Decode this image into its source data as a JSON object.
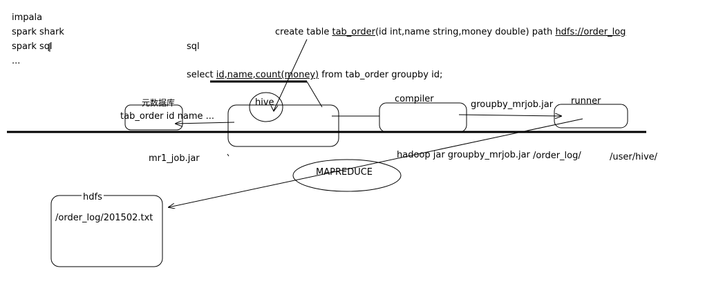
{
  "left_list": {
    "items": [
      "impala",
      "spark shark",
      "spark sql",
      "..."
    ]
  },
  "sql_label": "sql",
  "create_stmt": {
    "prefix": "create table ",
    "table": "tab_order",
    "columns": "(id int,name string,money double) path ",
    "path": "hdfs://order_log"
  },
  "select_stmt": {
    "prefix": "select ",
    "fields": "id,name,count(money)",
    "suffix": " from tab_order groupby id;"
  },
  "metastore": {
    "title": "元数据库",
    "content": "tab_order id name ..."
  },
  "hive_label": "hive",
  "compiler_label": "compiler",
  "jar_label": "groupby_mrjob.jar",
  "runner_label": "runner",
  "mr1_job_label": "mr1_job.jar",
  "hadoop_cmd": "hadoop jar groupby_mrjob.jar",
  "order_log_dir": "/order_log/",
  "user_hive_dir": "/user/hive/",
  "mapreduce_label": "MAPREDUCE",
  "hdfs": {
    "title": "hdfs",
    "file": "/order_log/201502.txt"
  }
}
